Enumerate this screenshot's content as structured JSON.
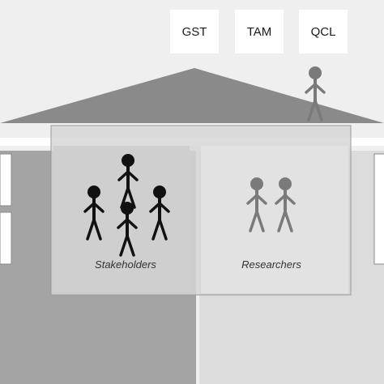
{
  "labels": {
    "gst": "GST",
    "tam": "TAM",
    "qcl": "QCL"
  },
  "groups": {
    "stakeholders": "Stakeholders",
    "researchers": "Researchers"
  },
  "colors": {
    "background": "#efefef",
    "roof": "#8a8a8a",
    "wall_left": "#a4a4a4",
    "wall_right": "#dcdcdc",
    "overlay_panel": "#d6d6d6",
    "stakeholder_figure": "#111111",
    "researcher_figure": "#7a7a7a"
  },
  "icons": {
    "stakeholder": "stick-figure-icon",
    "researcher": "stick-figure-icon",
    "observer": "stick-figure-icon"
  }
}
